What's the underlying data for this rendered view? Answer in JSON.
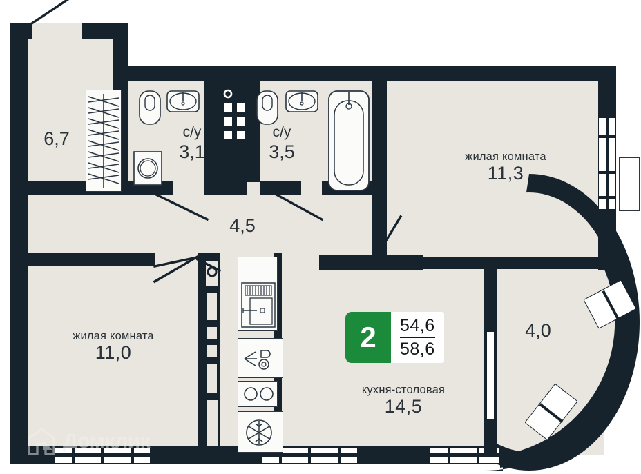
{
  "plan": {
    "type": "apartment-floor-plan",
    "badge": {
      "rooms": "2",
      "area_total": "54,6",
      "area_with_balcony": "58,6"
    },
    "watermark": {
      "text": "Домклик",
      "logo": "domclick-house-logo"
    },
    "colors": {
      "wall": "#16222c",
      "floor": "#e8e6de",
      "accent": "#1b8a3a",
      "text": "#2a3138",
      "glass": "#ffffff"
    },
    "rooms": [
      {
        "id": "hall",
        "name": "",
        "area": "6,7"
      },
      {
        "id": "bath1",
        "name": "с/у",
        "area": "3,1"
      },
      {
        "id": "bath2",
        "name": "с/у",
        "area": "3,5"
      },
      {
        "id": "corridor",
        "name": "",
        "area": "4,5"
      },
      {
        "id": "living1",
        "name": "жилая комната",
        "area": "11,3"
      },
      {
        "id": "living2",
        "name": "жилая комната",
        "area": "11,0"
      },
      {
        "id": "kitchen",
        "name": "кухня-столовая",
        "area": "14,5"
      },
      {
        "id": "balcony",
        "name": "",
        "area": "4,0"
      }
    ],
    "fixtures": [
      "toilet",
      "sink",
      "washing-machine",
      "bathtub",
      "riser-shaft",
      "kitchen-oven",
      "kitchen-sink",
      "kitchen-cooktop",
      "refrigerator",
      "wardrobe"
    ]
  }
}
